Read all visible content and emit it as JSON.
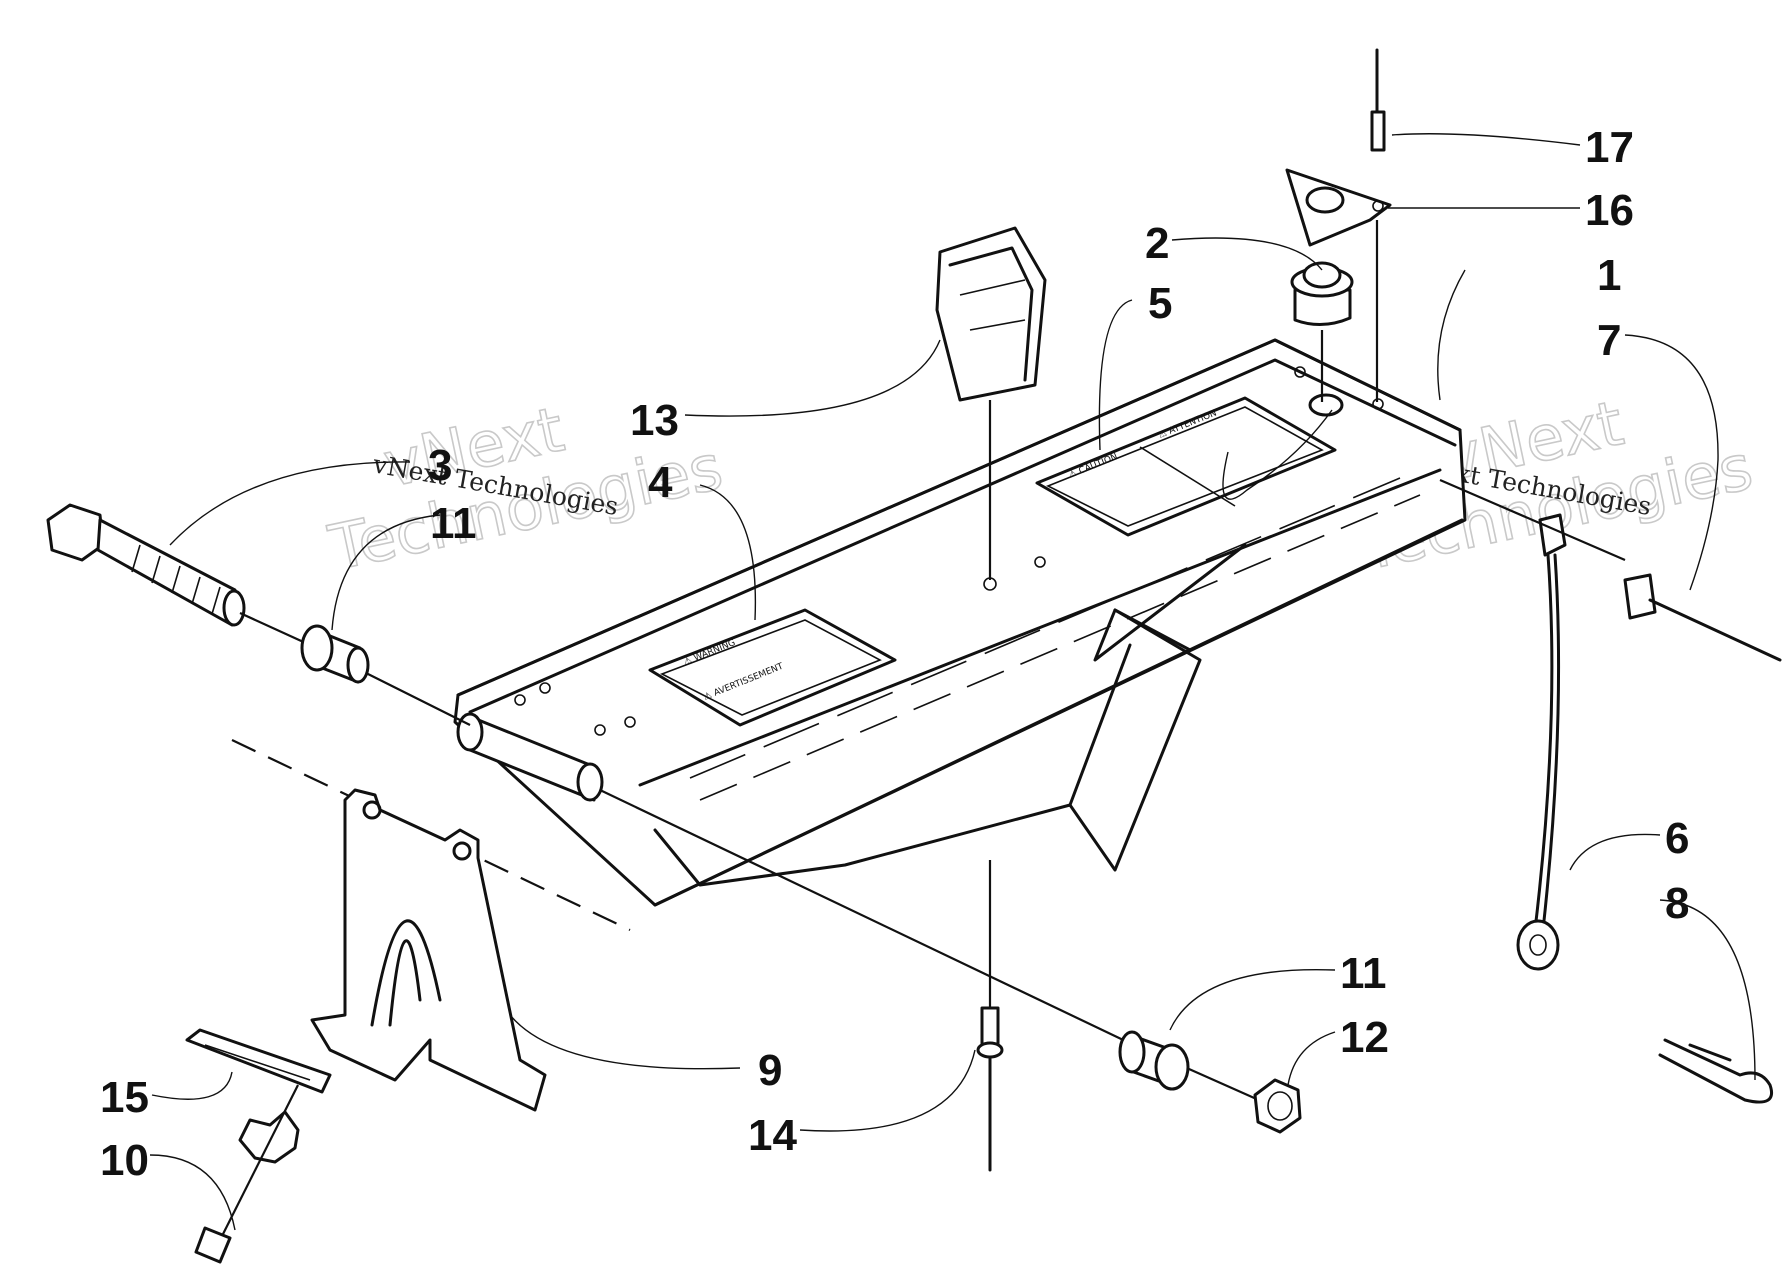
{
  "callouts": [
    {
      "number": "1"
    },
    {
      "number": "2"
    },
    {
      "number": "3"
    },
    {
      "number": "4"
    },
    {
      "number": "5"
    },
    {
      "number": "6"
    },
    {
      "number": "7"
    },
    {
      "number": "8"
    },
    {
      "number": "9"
    },
    {
      "number": "10"
    },
    {
      "number": "11"
    },
    {
      "number": "11"
    },
    {
      "number": "12"
    },
    {
      "number": "13"
    },
    {
      "number": "14"
    },
    {
      "number": "15"
    },
    {
      "number": "16"
    },
    {
      "number": "17"
    }
  ],
  "watermark": {
    "brand_top": "vNext",
    "brand_bottom": "Technologies",
    "caption": "vNext Technologies"
  },
  "decals": {
    "warning_title": "⚠ WARNING",
    "warning_subtitle": "⚠ AVERTISSEMENT",
    "caution_title": "⚠ CAUTION",
    "attention_title": "⚠ ATTENTION"
  }
}
